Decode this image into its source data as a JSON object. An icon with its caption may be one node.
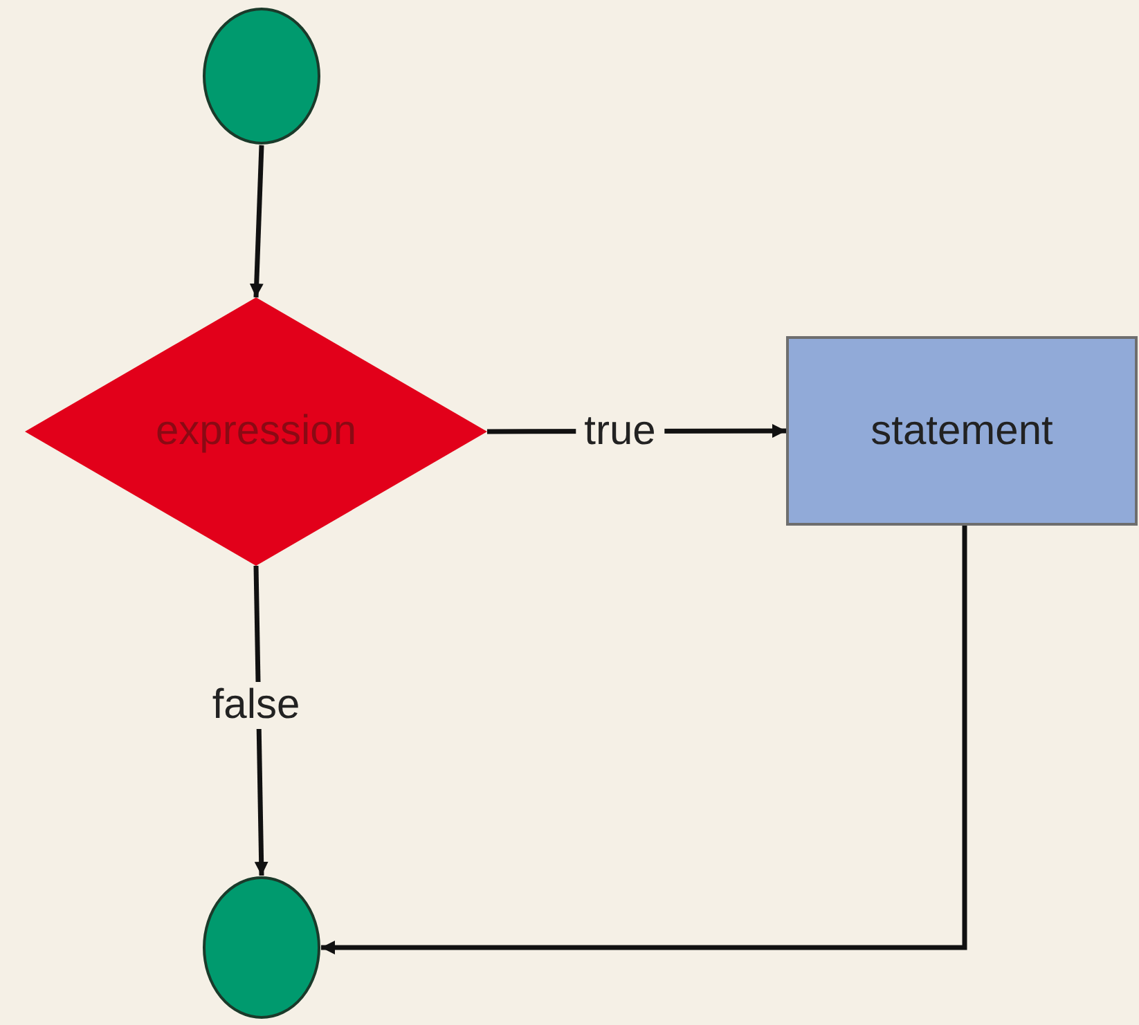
{
  "diagram": {
    "nodes": [
      {
        "text": [],
        "shape": "circle"
      },
      {
        "text": [
          "expression"
        ]
      },
      {
        "text": [
          "statement"
        ]
      },
      {
        "text": [],
        "shape": "circle"
      }
    ],
    "edges": [
      {
        "from": 0,
        "to": 1,
        "arrow": "to"
      },
      {
        "from": 1,
        "to": 2,
        "arrow": "to",
        "label": "true"
      },
      {
        "from": 1,
        "to": 3,
        "arrow": "to",
        "label": "false"
      },
      {
        "from": 2,
        "to": 3,
        "arrow": "to"
      }
    ]
  }
}
